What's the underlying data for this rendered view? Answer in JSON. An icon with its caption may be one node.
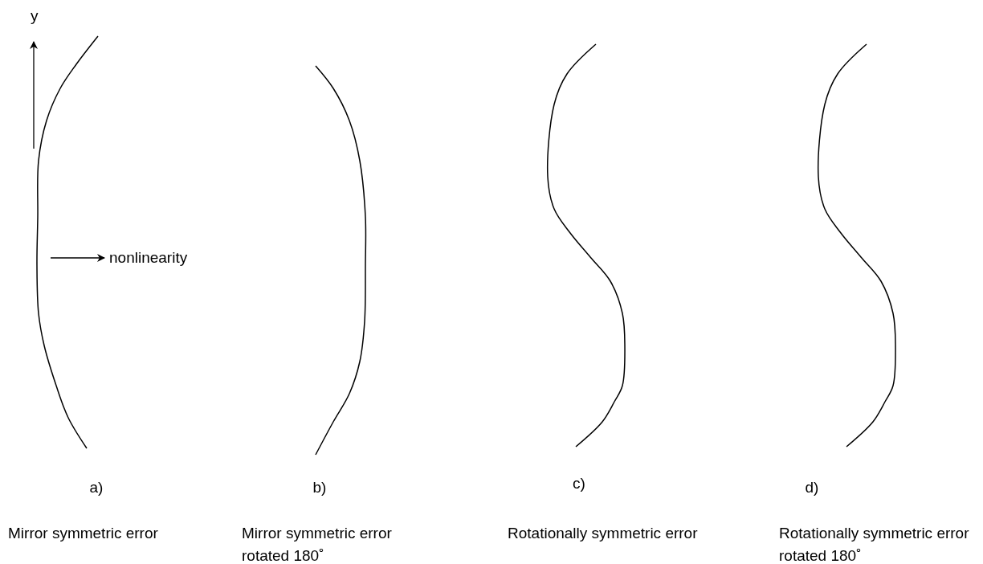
{
  "diagram": {
    "labels": [
      "y",
      "nonlinearity",
      "a)",
      "Mirror symmetric error",
      "b)",
      "Mirror symmetric error rotated 180˚",
      "c)",
      "Rotationally symmetric error",
      "d)",
      "Rotationally symmetric error rotated 180˚"
    ]
  }
}
